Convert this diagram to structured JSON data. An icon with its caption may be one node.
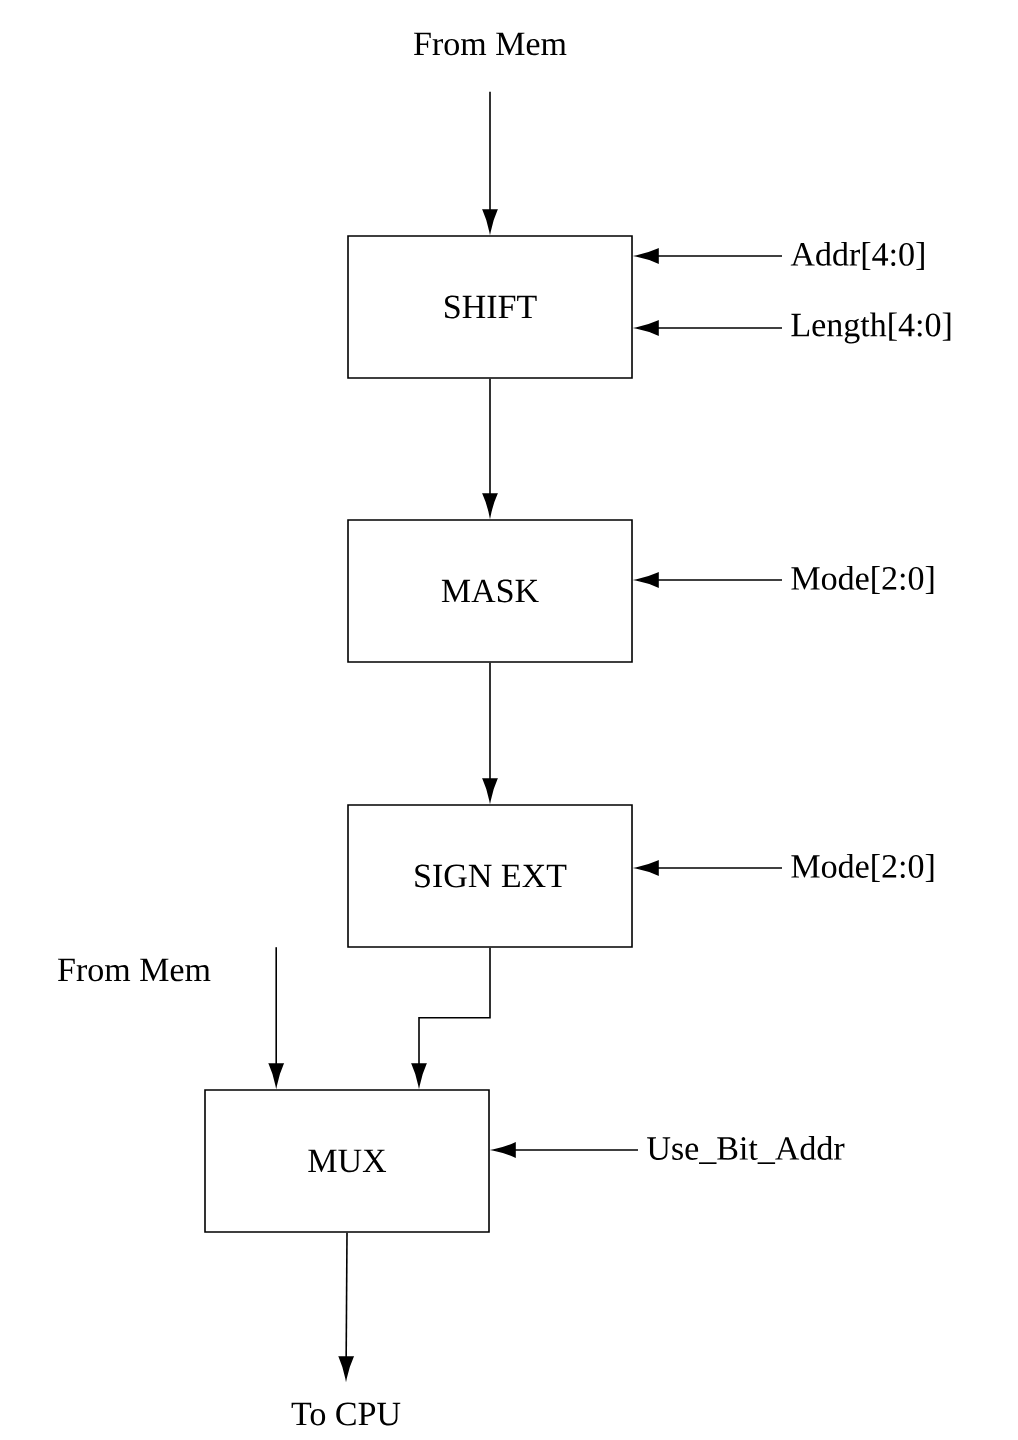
{
  "diagram": {
    "nodes": [
      {
        "text": [
          "From Mem"
        ]
      },
      {
        "text": [
          "SHIFT"
        ]
      },
      {
        "text": [
          "Addr[4:0]"
        ]
      },
      {
        "text": [
          "Length[4:0]"
        ]
      },
      {
        "text": [
          "MASK"
        ]
      },
      {
        "text": [
          "Mode[2:0]"
        ]
      },
      {
        "text": [
          "SIGN EXT"
        ]
      },
      {
        "text": [
          "Mode[2:0]"
        ]
      },
      {
        "text": [
          "From Mem"
        ]
      },
      {
        "text": [
          "MUX"
        ]
      },
      {
        "text": [
          "Use_Bit_Addr"
        ]
      },
      {
        "text": [
          "To CPU"
        ]
      }
    ],
    "edges": [
      {
        "from": 0,
        "to": 1,
        "arrow": "to"
      },
      {
        "from": 2,
        "to": 1,
        "arrow": "to"
      },
      {
        "from": 3,
        "to": 1,
        "arrow": "to"
      },
      {
        "from": 1,
        "to": 4,
        "arrow": "to"
      },
      {
        "from": 5,
        "to": 4,
        "arrow": "to"
      },
      {
        "from": 4,
        "to": 6,
        "arrow": "to"
      },
      {
        "from": 7,
        "to": 6,
        "arrow": "to"
      },
      {
        "from": 6,
        "to": 9,
        "arrow": "to"
      },
      {
        "from": 8,
        "to": 9,
        "arrow": "to"
      },
      {
        "from": 10,
        "to": 9,
        "arrow": "to"
      },
      {
        "from": 9,
        "to": 11,
        "arrow": "to"
      }
    ]
  }
}
